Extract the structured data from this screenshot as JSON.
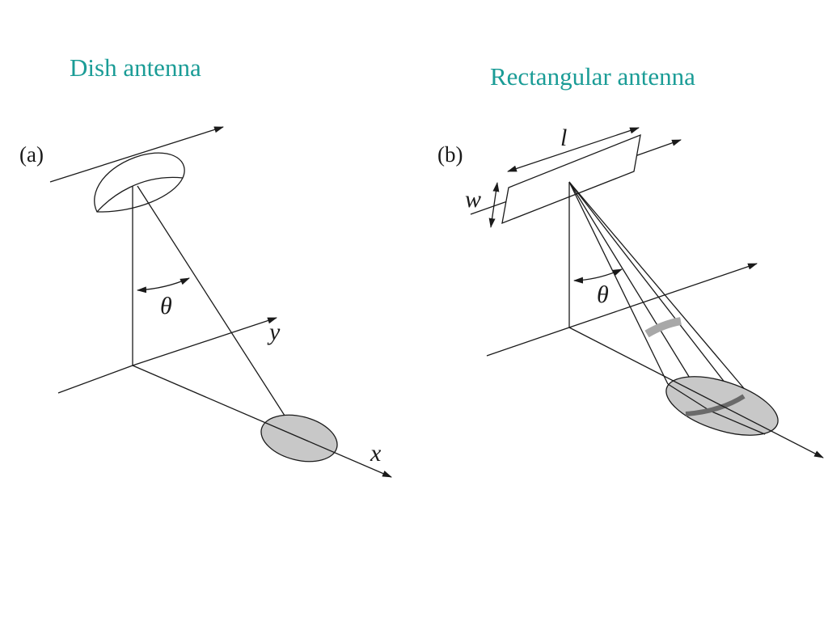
{
  "colors": {
    "heading": "#1a9c96",
    "line": "#1a1a1a",
    "footprint_fill": "#c8c8c8",
    "band_dark": "#6a6a6a",
    "band_light": "#a8a8a8"
  },
  "headings": {
    "dish": "Dish antenna",
    "rect": "Rectangular antenna"
  },
  "panel_a": {
    "label": "(a)",
    "theta": "θ",
    "x_axis": "x",
    "y_axis": "y"
  },
  "panel_b": {
    "label": "(b)",
    "length": "l",
    "width": "w",
    "theta": "θ"
  }
}
